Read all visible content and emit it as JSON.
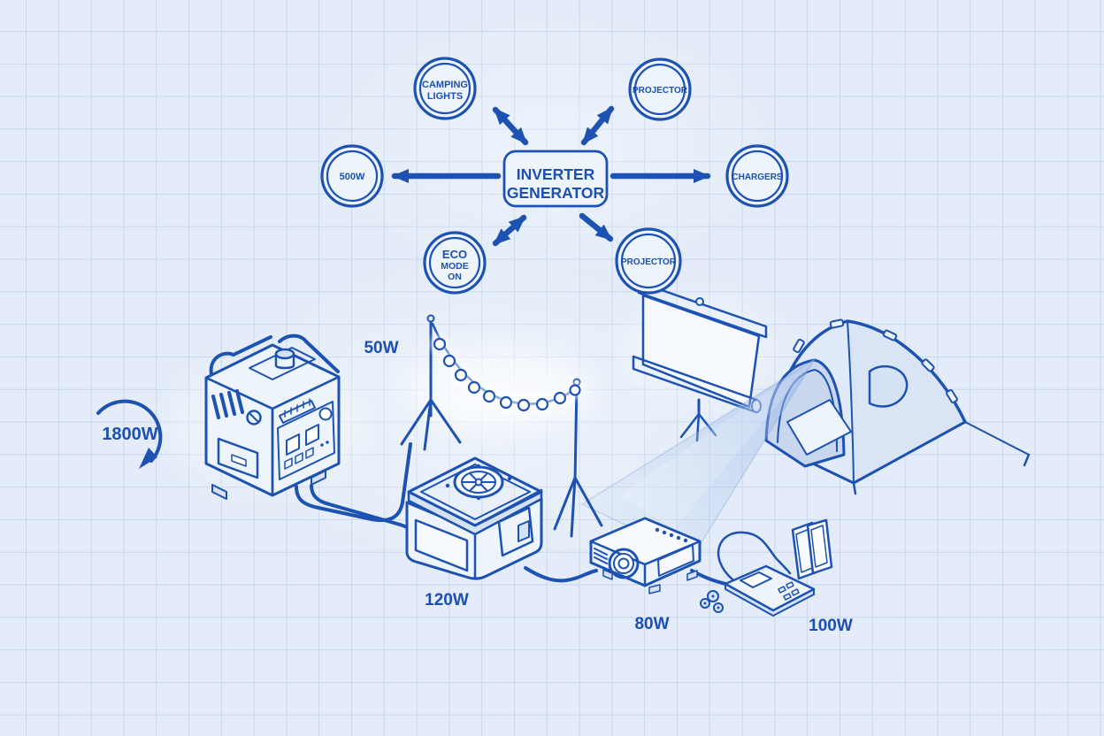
{
  "colors": {
    "accent": "#1d52b2",
    "background": "#e3ecf8",
    "grid_line": "#c8d7ee",
    "fill_light": "#eef4fc",
    "beam": "#a8c2ec"
  },
  "hub": {
    "line1": "INVERTER",
    "line2": "GENERATOR"
  },
  "badges": {
    "camping_lights": {
      "line1": "CAMPING",
      "line2": "LIGHTS"
    },
    "projector_top": "PROJECTOR",
    "watt_500": "500W",
    "chargers": "CHARGERS",
    "eco": {
      "line1": "ECO",
      "line2": "MODE",
      "line3": "ON"
    },
    "projector_bottom": "PROJECTOR"
  },
  "watt_labels": {
    "generator": "1800W",
    "string_lights": "50W",
    "cooler": "120W",
    "projector": "80W",
    "chargers": "100W"
  }
}
